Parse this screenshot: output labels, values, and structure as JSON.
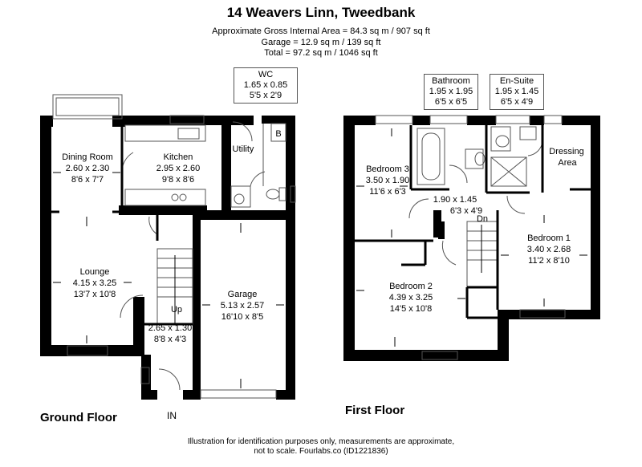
{
  "header": {
    "title": "14 Weavers Linn, Tweedbank",
    "area_lines": [
      "Approximate Gross Internal Area = 84.3 sq m / 907 sq ft",
      "Garage = 12.9 sq m / 139 sq ft",
      "Total = 97.2 sq m / 1046 sq ft"
    ]
  },
  "ground_floor": {
    "label": "Ground Floor",
    "entrance_label": "IN",
    "stairs_label": "Up",
    "utility_label": "Utility",
    "boiler_label": "B",
    "rooms": {
      "dining": {
        "name": "Dining Room",
        "metric": "2.60 x 2.30",
        "imperial": "8'6 x 7'7"
      },
      "kitchen": {
        "name": "Kitchen",
        "metric": "2.95 x 2.60",
        "imperial": "9'8 x 8'6"
      },
      "lounge": {
        "name": "Lounge",
        "metric": "4.15 x 3.25",
        "imperial": "13'7 x 10'8"
      },
      "garage": {
        "name": "Garage",
        "metric": "5.13 x 2.57",
        "imperial": "16'10 x 8'5"
      },
      "hall": {
        "metric": "2.65 x 1.30",
        "imperial": "8'8 x 4'3"
      },
      "wc": {
        "name": "WC",
        "metric": "1.65 x 0.85",
        "imperial": "5'5 x 2'9"
      }
    }
  },
  "first_floor": {
    "label": "First Floor",
    "stairs_label": "Dn",
    "rooms": {
      "bathroom": {
        "name": "Bathroom",
        "metric": "1.95 x 1.95",
        "imperial": "6'5 x 6'5"
      },
      "ensuite": {
        "name": "En-Suite",
        "metric": "1.95 x 1.45",
        "imperial": "6'5 x 4'9"
      },
      "bedroom3": {
        "name": "Bedroom 3",
        "metric": "3.50 x 1.90",
        "imperial": "11'6 x 6'3"
      },
      "landing": {
        "metric": "1.90 x 1.45",
        "imperial": "6'3 x 4'9"
      },
      "dressing": {
        "name_line1": "Dressing",
        "name_line2": "Area"
      },
      "bedroom1": {
        "name": "Bedroom 1",
        "metric": "3.40 x 2.68",
        "imperial": "11'2 x 8'10"
      },
      "bedroom2": {
        "name": "Bedroom 2",
        "metric": "4.39 x 3.25",
        "imperial": "14'5 x 10'8"
      }
    }
  },
  "footer": {
    "line1": "Illustration for identification purposes only, measurements are approximate,",
    "line2": "not to scale. Fourlabs.co (ID1221836)"
  },
  "colors": {
    "wall": "#000000",
    "fixture": "#555555",
    "background": "#ffffff"
  }
}
